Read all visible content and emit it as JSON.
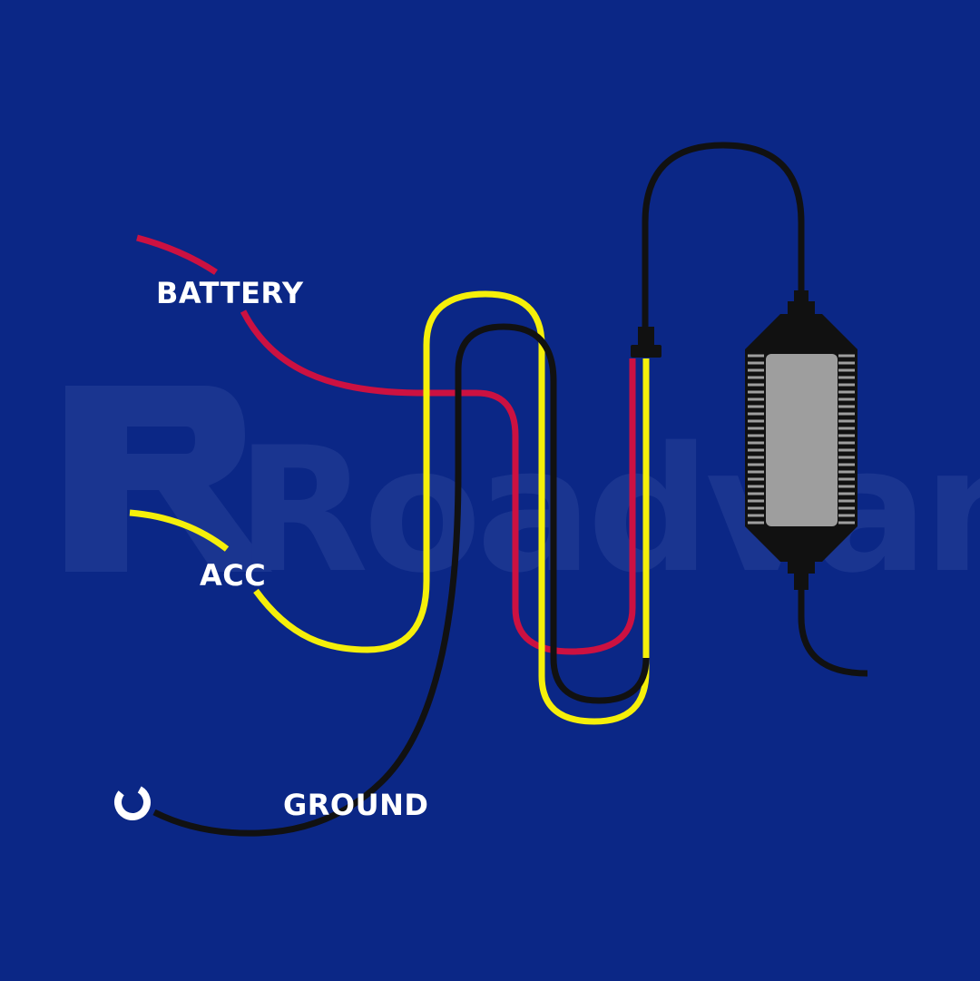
{
  "diagram": {
    "background_color": "#0b2786",
    "watermark": {
      "text": "Roadvance",
      "color": "#1a3590"
    },
    "wires": [
      {
        "id": "battery",
        "label": "BATTERY",
        "color": "#cc1141"
      },
      {
        "id": "acc",
        "label": "ACC",
        "color": "#f5ef0a"
      },
      {
        "id": "ground",
        "label": "GROUND",
        "color": "#111111"
      }
    ],
    "ground_terminal": {
      "icon": "ring-terminal-icon",
      "color": "#ffffff"
    },
    "module": {
      "icon": "hardwire-kit-converter-icon",
      "body_color": "#111111",
      "panel_color": "#9e9e9e",
      "fin_color": "#9e9e9e"
    }
  }
}
